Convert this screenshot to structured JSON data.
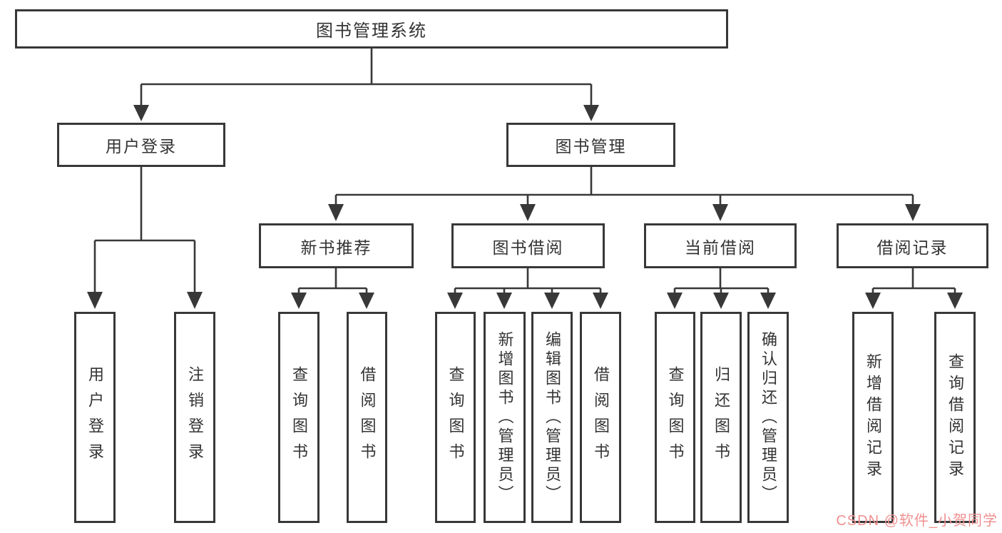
{
  "tree": {
    "label": "图书管理系统",
    "children": [
      {
        "label": "用户登录",
        "children": [
          {
            "label": "用户登录"
          },
          {
            "label": "注销登录"
          }
        ]
      },
      {
        "label": "图书管理",
        "children": [
          {
            "label": "新书推荐",
            "children": [
              {
                "label": "查询图书"
              },
              {
                "label": "借阅图书"
              }
            ]
          },
          {
            "label": "图书借阅",
            "children": [
              {
                "label": "查询图书"
              },
              {
                "label": "新增图书（管理员）"
              },
              {
                "label": "编辑图书（管理员）"
              },
              {
                "label": "借阅图书"
              }
            ]
          },
          {
            "label": "当前借阅",
            "children": [
              {
                "label": "查询图书"
              },
              {
                "label": "归还图书"
              },
              {
                "label": "确认归还（管理员）"
              }
            ]
          },
          {
            "label": "借阅记录",
            "children": [
              {
                "label": "新增借阅记录"
              },
              {
                "label": "查询借阅记录"
              }
            ]
          }
        ]
      }
    ]
  },
  "watermark": {
    "text": "CSDN @软件_小贺同学"
  },
  "colors": {
    "line": "#383838",
    "box_background": "#ffffff",
    "text": "#333333",
    "watermark": "#f09090"
  }
}
